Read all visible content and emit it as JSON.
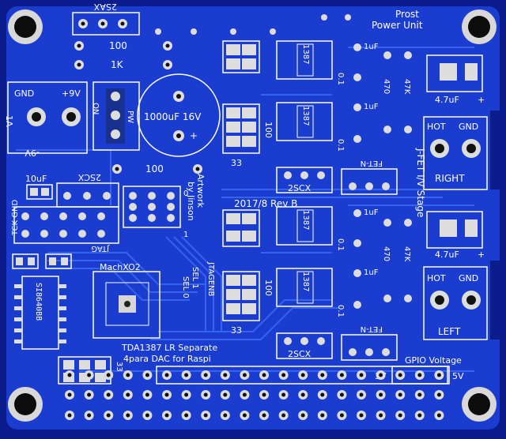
{
  "colors": {
    "board": "#0b1d8c",
    "pour": "#1b3fd6",
    "trace": "#2f5cf0",
    "silk": "#ffffff",
    "pad": "#c9c9c9",
    "hole": "#111111",
    "solder": "#e6e6e6"
  },
  "labels": {
    "title1": "Prost",
    "title2": "Power Unit",
    "q_top": "2SAX",
    "r100_top": "100",
    "r1k": "1K",
    "gnd": "GND",
    "plus9": "+9V",
    "minus9": "-9V",
    "onelamp": "1A",
    "on": "ON",
    "pw": "PW",
    "cap_big": "1000uF 16V",
    "cap_plus": "+",
    "r100_mid": "100",
    "c10": "10uF",
    "q_mid": "2SCX",
    "tck_gnd": "TCK GND",
    "jtag": "JTAG",
    "machxo": "MachXO2",
    "artwork1": "Artwork",
    "artwork2": "by Jinson",
    "sel1": "SEL 1",
    "sel0": "SEL 0",
    "jtagenb": "JTAGENB",
    "ic_vert": "SI8640BB",
    "tda1": "TDA1387 LR Separate",
    "tda2": "4para DAC for Raspi",
    "gpio": "GPIO Voltage",
    "v3": "3V",
    "v5": "5V",
    "rev": "2017/8 Rev B",
    "ic1387": "1387",
    "r33": "33",
    "r01": "0.1",
    "c1u": "1uF",
    "r470": "470",
    "r47k": "47K",
    "c47": "4.7uF",
    "plus": "+",
    "hot": "HOT",
    "gndj": "GND",
    "right": "RIGHT",
    "left": "LEFT",
    "jfet": "J-FET I/V Stage",
    "fetn": "FET-N",
    "q_bot": "2SCX",
    "n33": "33",
    "zero": "0",
    "one": "1"
  }
}
